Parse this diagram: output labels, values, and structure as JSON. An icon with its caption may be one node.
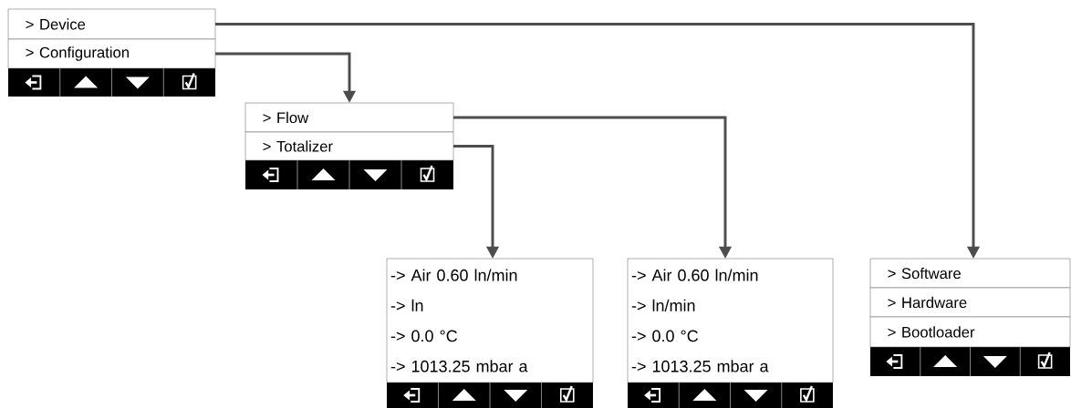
{
  "diagram": {
    "nodes": [
      {
        "text": [
          "> Device"
        ]
      },
      {
        "text": [
          "> Configuration"
        ]
      },
      {
        "text": [
          "> Flow"
        ]
      },
      {
        "text": [
          "> Totalizer"
        ]
      },
      {
        "text": [
          "-> Air 0.60 ln/min",
          "-> ln",
          "-> 0.0 °C",
          "-> 1013.25 mbar a"
        ]
      },
      {
        "text": [
          "-> Air 0.60 ln/min",
          "-> ln/min",
          "-> 0.0 °C",
          "-> 1013.25 mbar a"
        ]
      },
      {
        "text": [
          "> Software"
        ]
      },
      {
        "text": [
          "> Hardware"
        ]
      },
      {
        "text": [
          "> Bootloader"
        ]
      }
    ],
    "edges": [
      {
        "from": 1,
        "to": 2,
        "arrow": "to"
      },
      {
        "from": 0,
        "to": 6,
        "arrow": "to"
      },
      {
        "from": 2,
        "to": 5,
        "arrow": "to"
      },
      {
        "from": 3,
        "to": 4,
        "arrow": "to"
      }
    ]
  }
}
